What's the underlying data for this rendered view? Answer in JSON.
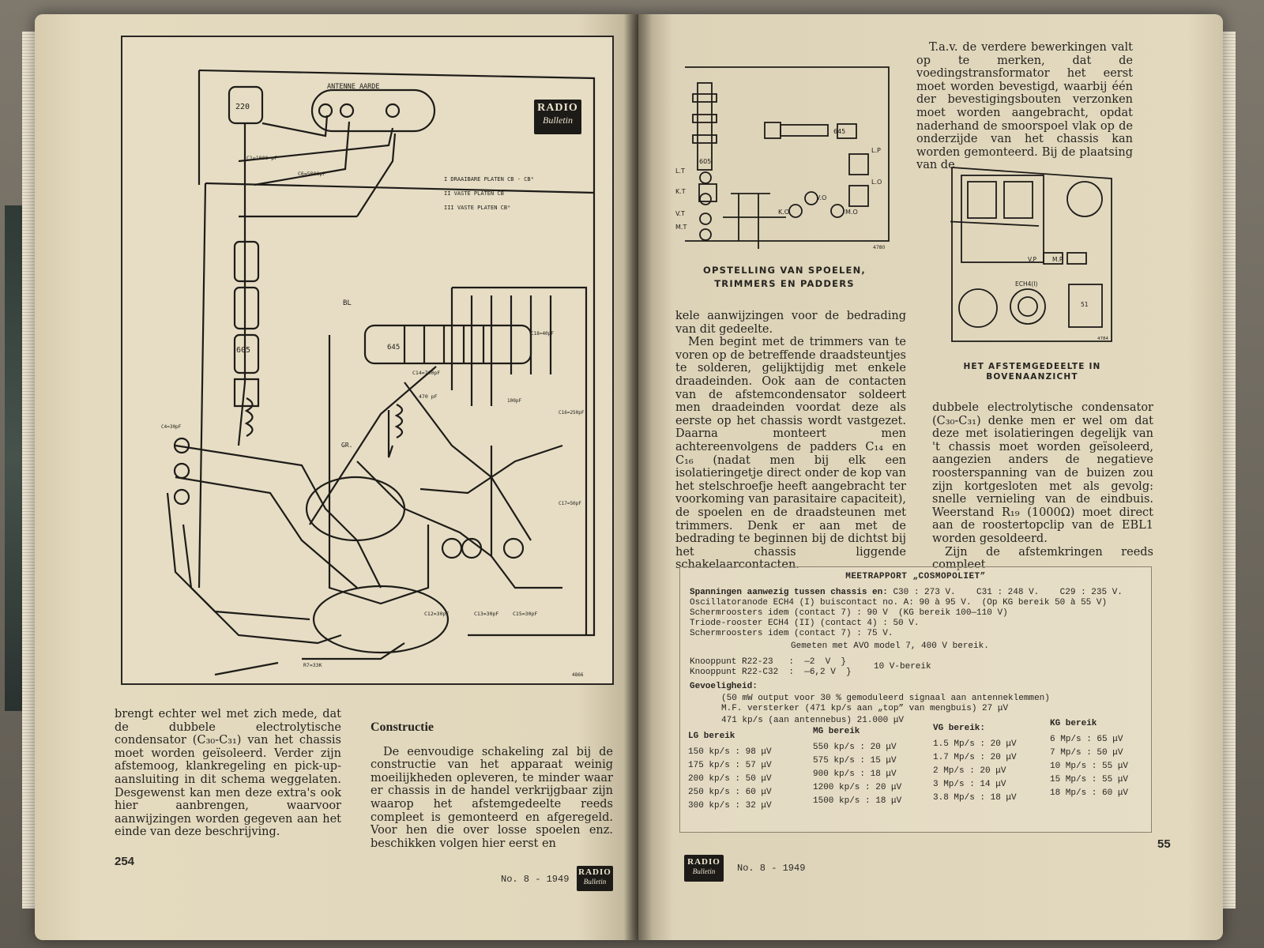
{
  "left_page": {
    "page_number": "254",
    "footer_issue": "No. 8 - 1949",
    "logo_line1": "RADIO",
    "logo_line2": "Bulletin",
    "schematic": {
      "label_antenne_aarde": "ANTENNE   AARDE",
      "label_220": "220",
      "label_c1": "C1=1000 pF",
      "label_c6": "C6=5000pF",
      "legend_1": "I  DRAAIBARE PLATEN  CB - CBᴬ",
      "legend_2": "II  VASTE PLATEN  CB",
      "legend_3": "III  VASTE PLATEN  CBᴬ",
      "label_605": "605",
      "label_645": "645",
      "label_bl": "BL",
      "label_gr": "GR.",
      "label_c14": "C14=700pF",
      "label_470": "470 pF",
      "label_100": "100pF",
      "label_c16": "C16=250pF",
      "label_c17": "C17=50pF",
      "label_c12": "C12=30pF",
      "label_c13": "C13=30pF",
      "label_c15": "C15=30pF",
      "label_r7": "R7=33K",
      "label_c4": "C4=30pF",
      "label_c18": "C18=40pF",
      "figure_number": "4866"
    },
    "col1_text": "brengt echter wel met zich mede, dat de dubbele electrolytische condensator (C₃₀-C₃₁) van het chassis moet worden geïsoleerd. Verder zijn afstemoog, klankregeling en pick-up-aansluiting in dit schema weggelaten. Desgewenst kan men deze extra's ook hier aanbrengen, waarvoor aanwijzingen worden gegeven aan het einde van deze beschrijving.",
    "col2_heading": "Constructie",
    "col2_text": "De eenvoudige schakeling zal bij de constructie van het apparaat weinig moeilijkheden opleveren, te minder waar er chassis in de handel verkrijgbaar zijn waarop het afstemgedeelte reeds compleet is gemonteerd en afgeregeld. Voor hen die over losse spoelen enz. beschikken volgen hier eerst en"
  },
  "right_page": {
    "page_number": "55",
    "footer_issue": "No. 8 - 1949",
    "logo_line1": "RADIO",
    "logo_line2": "Bulletin",
    "diagram1": {
      "labels": [
        "605",
        "645",
        "L.P",
        "L.O",
        "L.T",
        "K.T",
        "V.T",
        "M.T",
        "K.O",
        "V.O",
        "M.O"
      ],
      "figure_number": "4780",
      "caption": "OPSTELLING VAN SPOELEN, TRIMMERS EN PADDERS"
    },
    "diagram2": {
      "labels": [
        "V.P",
        "M.P",
        "ECH4(I)",
        "51"
      ],
      "figure_number": "4784",
      "caption": "HET AFSTEMGEDEELTE IN BOVENAANZICHT"
    },
    "col_top_right_text": "T.a.v. de verdere bewerkingen valt op te merken, dat de voedingstransformator het eerst moet worden bevestigd, waarbij één der bevestigingsbouten verzonken moet worden aangebracht, opdat naderhand de smoorspoel vlak op de onderzijde van het chassis kan worden gemonteerd. Bij de plaatsing van de",
    "col_left_text_1": "kele aanwijzingen voor de bedrading van dit gedeelte.",
    "col_left_text_2": "Men begint met de trimmers van te voren op de betreffende draadsteuntjes te solderen, gelijktijdig met enkele draadeinden. Ook aan de contacten van de afstemcondensator soldeert men draadeinden voordat deze als eerste op het chassis wordt vastgezet. Daarna monteert men achtereenvolgens de padders C₁₄ en C₁₆ (nadat men bij elk een isolatieringetje direct onder de kop van het stelschroefje heeft aangebracht ter voorkoming van parasitaire capaciteit), de spoelen en de draadsteunen met trimmers. Denk er aan met de bedrading te beginnen bij de dichtst bij het chassis liggende schakelaarcontacten.",
    "col_right_text_1": "dubbele electrolytische condensator (C₃₀-C₃₁) denke men er wel om dat deze met isolatieringen degelijk van 't chassis moet worden geïsoleerd, aangezien anders de negatieve roosterspanning van de buizen zou zijn kortgesloten met als gevolg: snelle vernieling van de eindbuis. Weerstand R₁₉ (1000Ω) moet direct aan de roostertopclip van de EBL1 worden gesoldeerd.",
    "col_right_text_2": "Zijn de afstemkringen reeds compleet",
    "meetrapport": {
      "title": "MEETRAPPORT „COSMOPOLIET”",
      "line1_bold": "Spanningen aanwezig tussen chassis en:",
      "line1_rest": " C30 : 273 V.    C31 : 248 V.    C29 : 235 V.",
      "line2": "Oscillatoranode ECH4 (I) buiscontact no. A: 90 à 95 V.  (Op KG bereik 50 à 55 V)",
      "line3": "Schermroosters idem (contact 7) : 90 V  (KG bereik 100—110 V)",
      "line4": "Triode-rooster ECH4 (II) (contact 4) : 50 V.",
      "line5": "Schermroosters idem (contact 7) : 75 V.",
      "line6": "Gemeten met AVO model 7, 400 V bereik.",
      "line7": "Knooppunt R22-23   :  —2  V  }",
      "line8": "Knooppunt R22-C32  :  —6,2 V  }",
      "line7_note": "10 V-bereik",
      "line9_bold": "Gevoeligheid:",
      "line10": "(50 mW output voor 30 % gemoduleerd signaal aan antenneklemmen)",
      "line11": "M.F. versterker (471 kp/s aan „top” van mengbuis) 27 μV",
      "line12": "471 kp/s (aan antennebus) 21.000 μV",
      "bands": [
        {
          "header": "LG bereik",
          "rows": [
            "150 kp/s : 98 μV",
            "175 kp/s : 57 μV",
            "200 kp/s : 50 μV",
            "250 kp/s : 60 μV",
            "300 kp/s : 32 μV"
          ]
        },
        {
          "header": "MG bereik",
          "rows": [
            "550 kp/s : 20 μV",
            "575 kp/s : 15 μV",
            "900 kp/s : 18 μV",
            "1200 kp/s : 20 μV",
            "1500 kp/s : 18 μV"
          ]
        },
        {
          "header": "VG bereik:",
          "rows": [
            "1.5 Mp/s : 20 μV",
            "1.7 Mp/s : 20 μV",
            "2  Mp/s : 20 μV",
            "3  Mp/s : 14 μV",
            "3.8 Mp/s : 18 μV"
          ]
        },
        {
          "header": "KG bereik",
          "rows": [
            "6 Mp/s : 65 μV",
            "7 Mp/s : 50 μV",
            "10 Mp/s : 55 μV",
            "15 Mp/s : 55 μV",
            "18 Mp/s : 60 μV"
          ]
        }
      ]
    }
  }
}
